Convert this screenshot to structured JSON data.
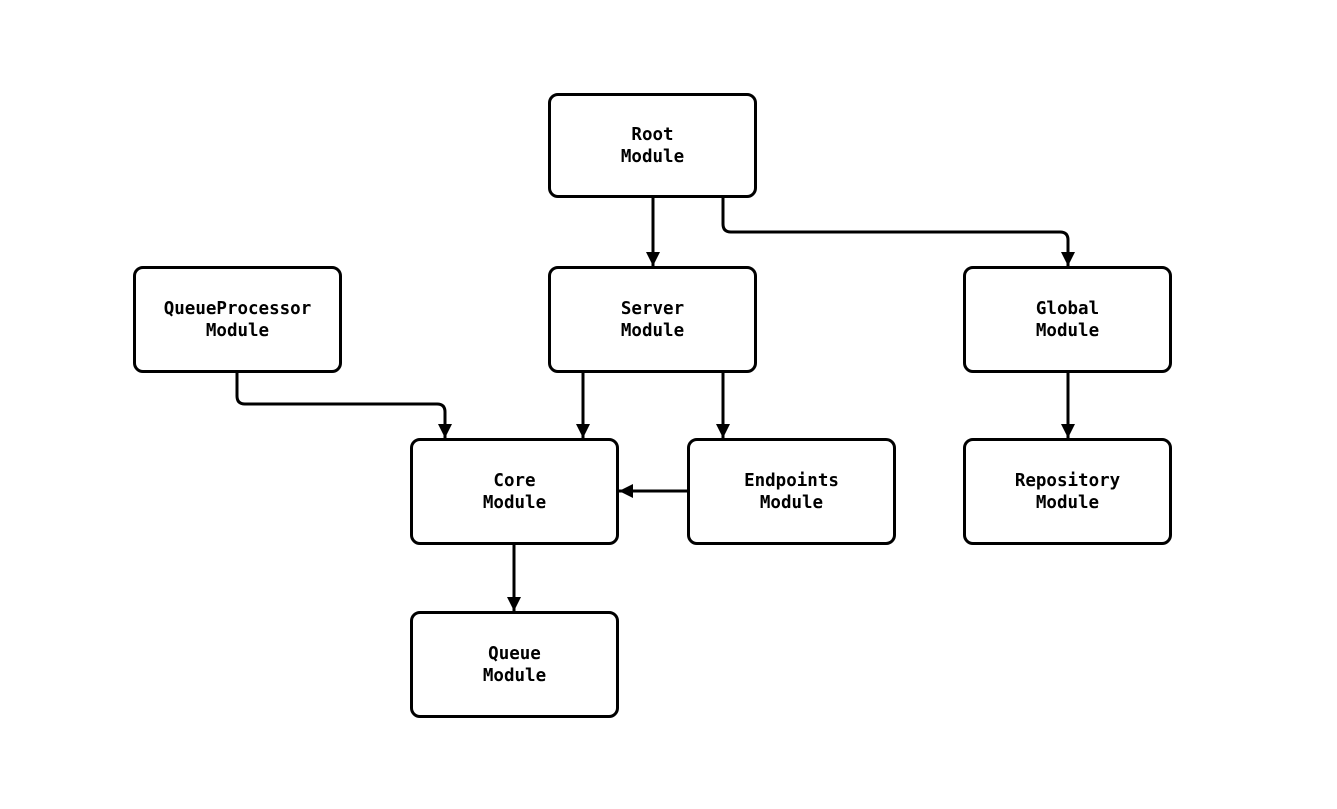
{
  "diagram": {
    "background_color": "#ffffff",
    "stroke_color": "#000000",
    "text_color": "#000000",
    "nodes": [
      {
        "id": "root",
        "label": "Root\nModule"
      },
      {
        "id": "queueprocessor",
        "label": "QueueProcessor\nModule"
      },
      {
        "id": "server",
        "label": "Server\nModule"
      },
      {
        "id": "global",
        "label": "Global\nModule"
      },
      {
        "id": "core",
        "label": "Core\nModule"
      },
      {
        "id": "endpoints",
        "label": "Endpoints\nModule"
      },
      {
        "id": "repository",
        "label": "Repository\nModule"
      },
      {
        "id": "queue",
        "label": "Queue\nModule"
      }
    ],
    "edges": [
      {
        "from": "root",
        "to": "server"
      },
      {
        "from": "root",
        "to": "global"
      },
      {
        "from": "queueprocessor",
        "to": "core"
      },
      {
        "from": "server",
        "to": "core"
      },
      {
        "from": "server",
        "to": "endpoints"
      },
      {
        "from": "endpoints",
        "to": "core"
      },
      {
        "from": "core",
        "to": "queue"
      },
      {
        "from": "global",
        "to": "repository"
      }
    ]
  }
}
